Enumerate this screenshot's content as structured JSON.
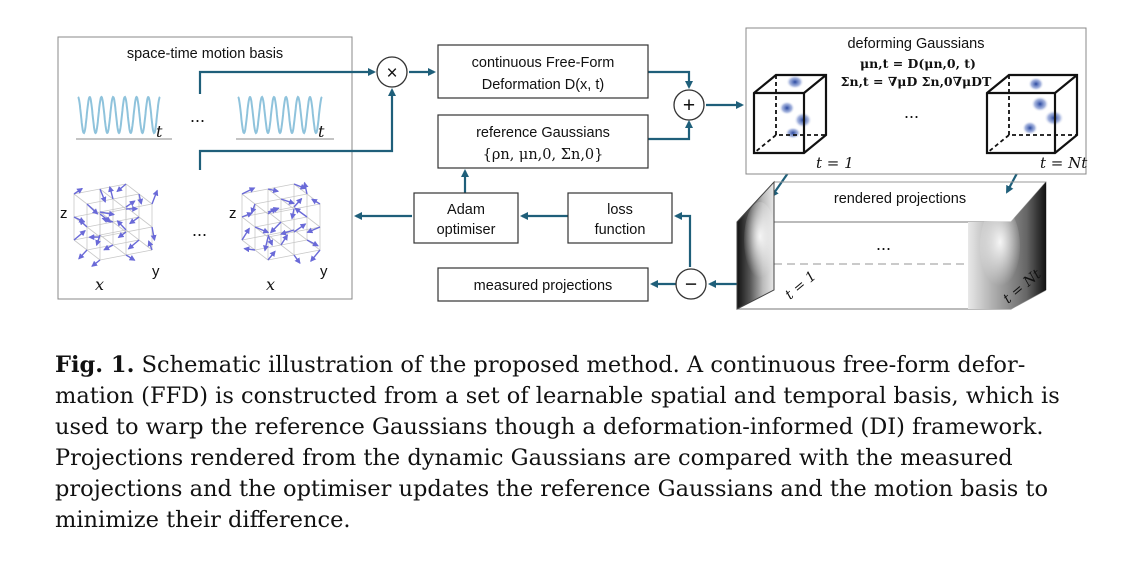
{
  "figure": {
    "motion_basis": {
      "title": "space-time motion basis",
      "t_label": "t",
      "ellipsis": "...",
      "z_label": "z",
      "y_label": "y",
      "x_label": "x"
    },
    "ffd_box": {
      "line1": "continuous Free-Form",
      "line2": "Deformation D(x, t)"
    },
    "reference_box": {
      "line1": "reference Gaussians",
      "line2": "{ρn, μn,0, Σn,0}"
    },
    "deforming": {
      "title": "deforming Gaussians",
      "eq1": "μn,t = D(μn,0, t)",
      "eq2": "Σn,t = ∇μD Σn,0∇μDT",
      "label_t1": "t = 1",
      "label_tN": "t = Nt",
      "ellipsis": "..."
    },
    "rendered": {
      "title": "rendered projections",
      "label_t1": "t = 1",
      "label_tN": "t = Nt",
      "ellipsis": "..."
    },
    "adam_box": {
      "line1": "Adam",
      "line2": "optimiser"
    },
    "loss_box": {
      "line1": "loss",
      "line2": "function"
    },
    "measured_box": {
      "label": "measured projections"
    },
    "operators": {
      "multiply": "×",
      "plus": "+",
      "minus": "−"
    },
    "colors": {
      "arrow": "#1f5f7a",
      "wave": "#8fc3dc",
      "gaussian": "#1f3f9a",
      "vector": "#6a6ad8"
    }
  },
  "caption": {
    "label": "Fig. 1.",
    "lines": [
      " Schematic illustration of the proposed method. A continuous free-form defor-",
      "mation (FFD) is constructed from a set of learnable spatial and temporal basis, which is",
      "used to warp the reference Gaussians though a deformation-informed (DI) framework.",
      "Projections rendered from the dynamic Gaussians are compared with the measured",
      "projections and the optimiser updates the reference Gaussians and the motion basis to",
      "minimize their difference."
    ]
  }
}
